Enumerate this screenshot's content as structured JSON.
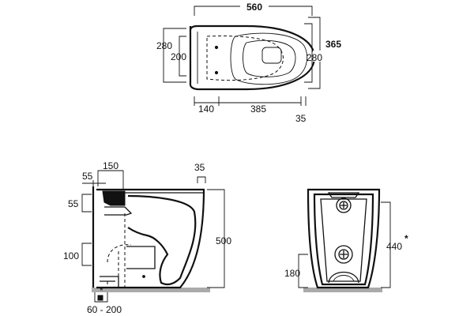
{
  "top_view": {
    "overall_width": "560",
    "right_outer_height": "365",
    "right_inner_height": "280",
    "left_outer_height": "280",
    "left_inner_height": "200",
    "bottom_left": "140",
    "bottom_middle": "385",
    "bottom_right": "35"
  },
  "side_view": {
    "top_width": "150",
    "top_offset": "55",
    "left_height_top": "55",
    "left_height_mid": "100",
    "overall_height": "500",
    "seat_offset": "35",
    "asterisk": "*",
    "bottom_range": "60 - 200"
  },
  "rear_view": {
    "overall_height": "440",
    "asterisk": "*",
    "lower_height": "180"
  }
}
